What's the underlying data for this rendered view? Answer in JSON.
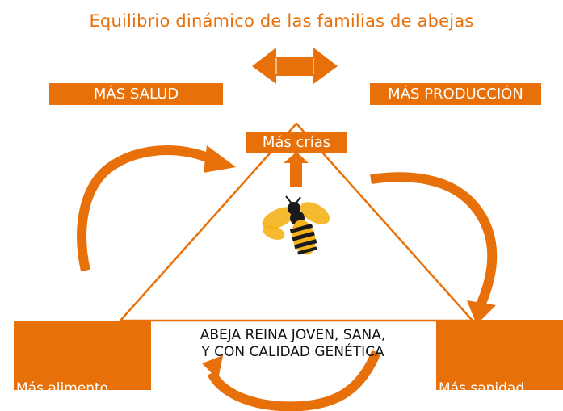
{
  "title": "Equilibrio dinámico de las familias de abejas",
  "labels": {
    "salud": "MÁS SALUD",
    "produccion": "MÁS PRODUCCIÓN",
    "crias": "Más crías",
    "queen_line1": "ABEJA REINA JOVEN, SANA,",
    "queen_line2": "Y CON CALIDAD GENÉTICA",
    "left_corner": "Más alimento",
    "right_corner": "Más sanidad"
  },
  "icons": {
    "balance": "double-arrow-icon",
    "up": "up-arrow-icon",
    "bee": "bee-icon"
  },
  "colors": {
    "accent": "#E8700A",
    "bee_black": "#1a1a1a",
    "bee_yellow": "#F5B21B"
  }
}
